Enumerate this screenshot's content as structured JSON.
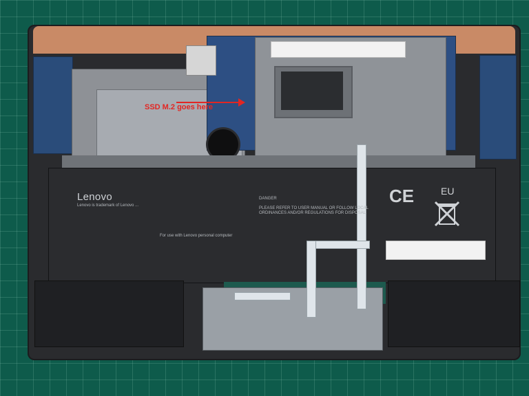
{
  "annotation": {
    "text": "SSD M.2 goes here",
    "color": "#e32622"
  },
  "battery": {
    "brand": "Lenovo",
    "ce_mark": "CE",
    "eu_mark": "EU",
    "danger_label": "DANGER",
    "left_text": "Lenovo is trademark of Lenovo ... ",
    "mid_text": "For use with Lenovo personal computer",
    "right_text": "PLEASE REFER TO USER MANUAL OR FOLLOW LOCAL ORDINANCES AND/OR REGULATIONS FOR DISPOSAL."
  },
  "stickers": {
    "top": "",
    "battery_label": ""
  },
  "icons": [
    "recycle-bin-icon",
    "arrow-icon"
  ]
}
